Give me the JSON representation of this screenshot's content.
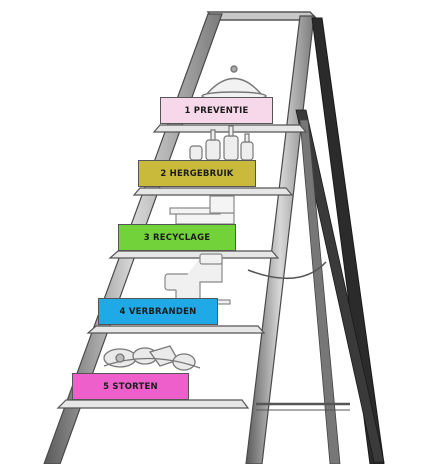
{
  "steps": [
    {
      "label": "1 PREVENTIE",
      "color": "#f7d7ea"
    },
    {
      "label": "2 HERGEBRUIK",
      "color": "#c9ba3b"
    },
    {
      "label": "3 RECYCLAGE",
      "color": "#72d23a"
    },
    {
      "label": "4 VERBRANDEN",
      "color": "#1fa9e6"
    },
    {
      "label": "5 STORTEN",
      "color": "#ee5fcb"
    }
  ],
  "illustration": {
    "ladder_color": "#6f6f6f",
    "items_color": "#9a9a9a"
  }
}
